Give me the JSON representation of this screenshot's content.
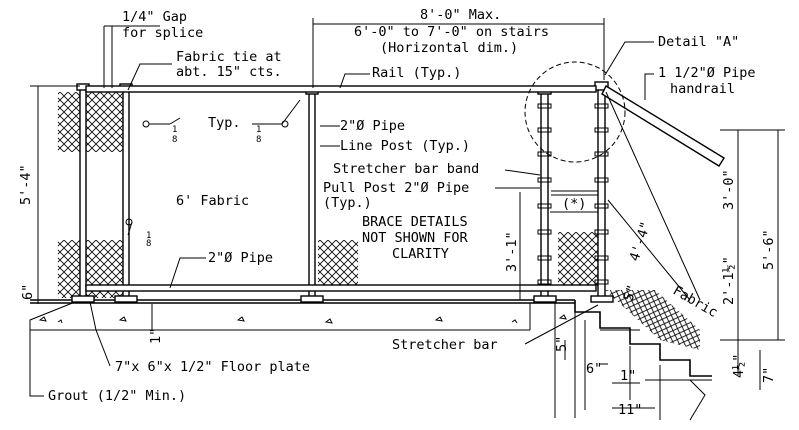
{
  "labels": {
    "gap": "1/4\" Gap",
    "gap2": "for splice",
    "fabric_tie": "Fabric tie at",
    "fabric_tie2": "abt. 15\" cts.",
    "max_span": "8'-0\" Max.",
    "stairs": "6'-0\" to 7'-0\" on stairs",
    "horizontal": "(Horizontal dim.)",
    "rail": "Rail (Typ.)",
    "detail_a": "Detail \"A\"",
    "handrail_size": "1 1/2\"Ø Pipe",
    "handrail": "handrail",
    "typ": "Typ.",
    "weld1": "1",
    "weld2": "8",
    "pipe2": "2\"Ø Pipe",
    "line_post": "Line Post (Typ.)",
    "stretcher_band": "Stretcher bar band",
    "pull_post": "Pull Post 2\"Ø Pipe",
    "pull_post_typ": "(Typ.)",
    "fabric6": "6' Fabric",
    "asterisk": "(*)",
    "brace1": "BRACE DETAILS",
    "brace2": "NOT SHOWN FOR",
    "brace3": "CLARITY",
    "pipe2b": "2\"Ø Pipe",
    "fabric": "Fabric",
    "stretcher_bar": "Stretcher bar",
    "floor_plate": "7\"x 6\"x 1/2\" Floor plate",
    "grout": "Grout (1/2\" Min.)"
  },
  "dimensions": {
    "d_5_4": "5'-4\"",
    "d_6": "6\"",
    "d_1": "1\"",
    "d_3_1": "3'-1\"",
    "d_3_0": "3'-0\"",
    "d_4_4": "4'-4\"",
    "d_5": "5\"",
    "d_2_1": "2'-1½\"",
    "d_5_6": "5'-6\"",
    "d_5in": "5\"",
    "d_6in": "6\"",
    "d_1in": "1\"",
    "d_11in": "11\"",
    "d_4h": "4½\"",
    "d_7in": "7\""
  }
}
